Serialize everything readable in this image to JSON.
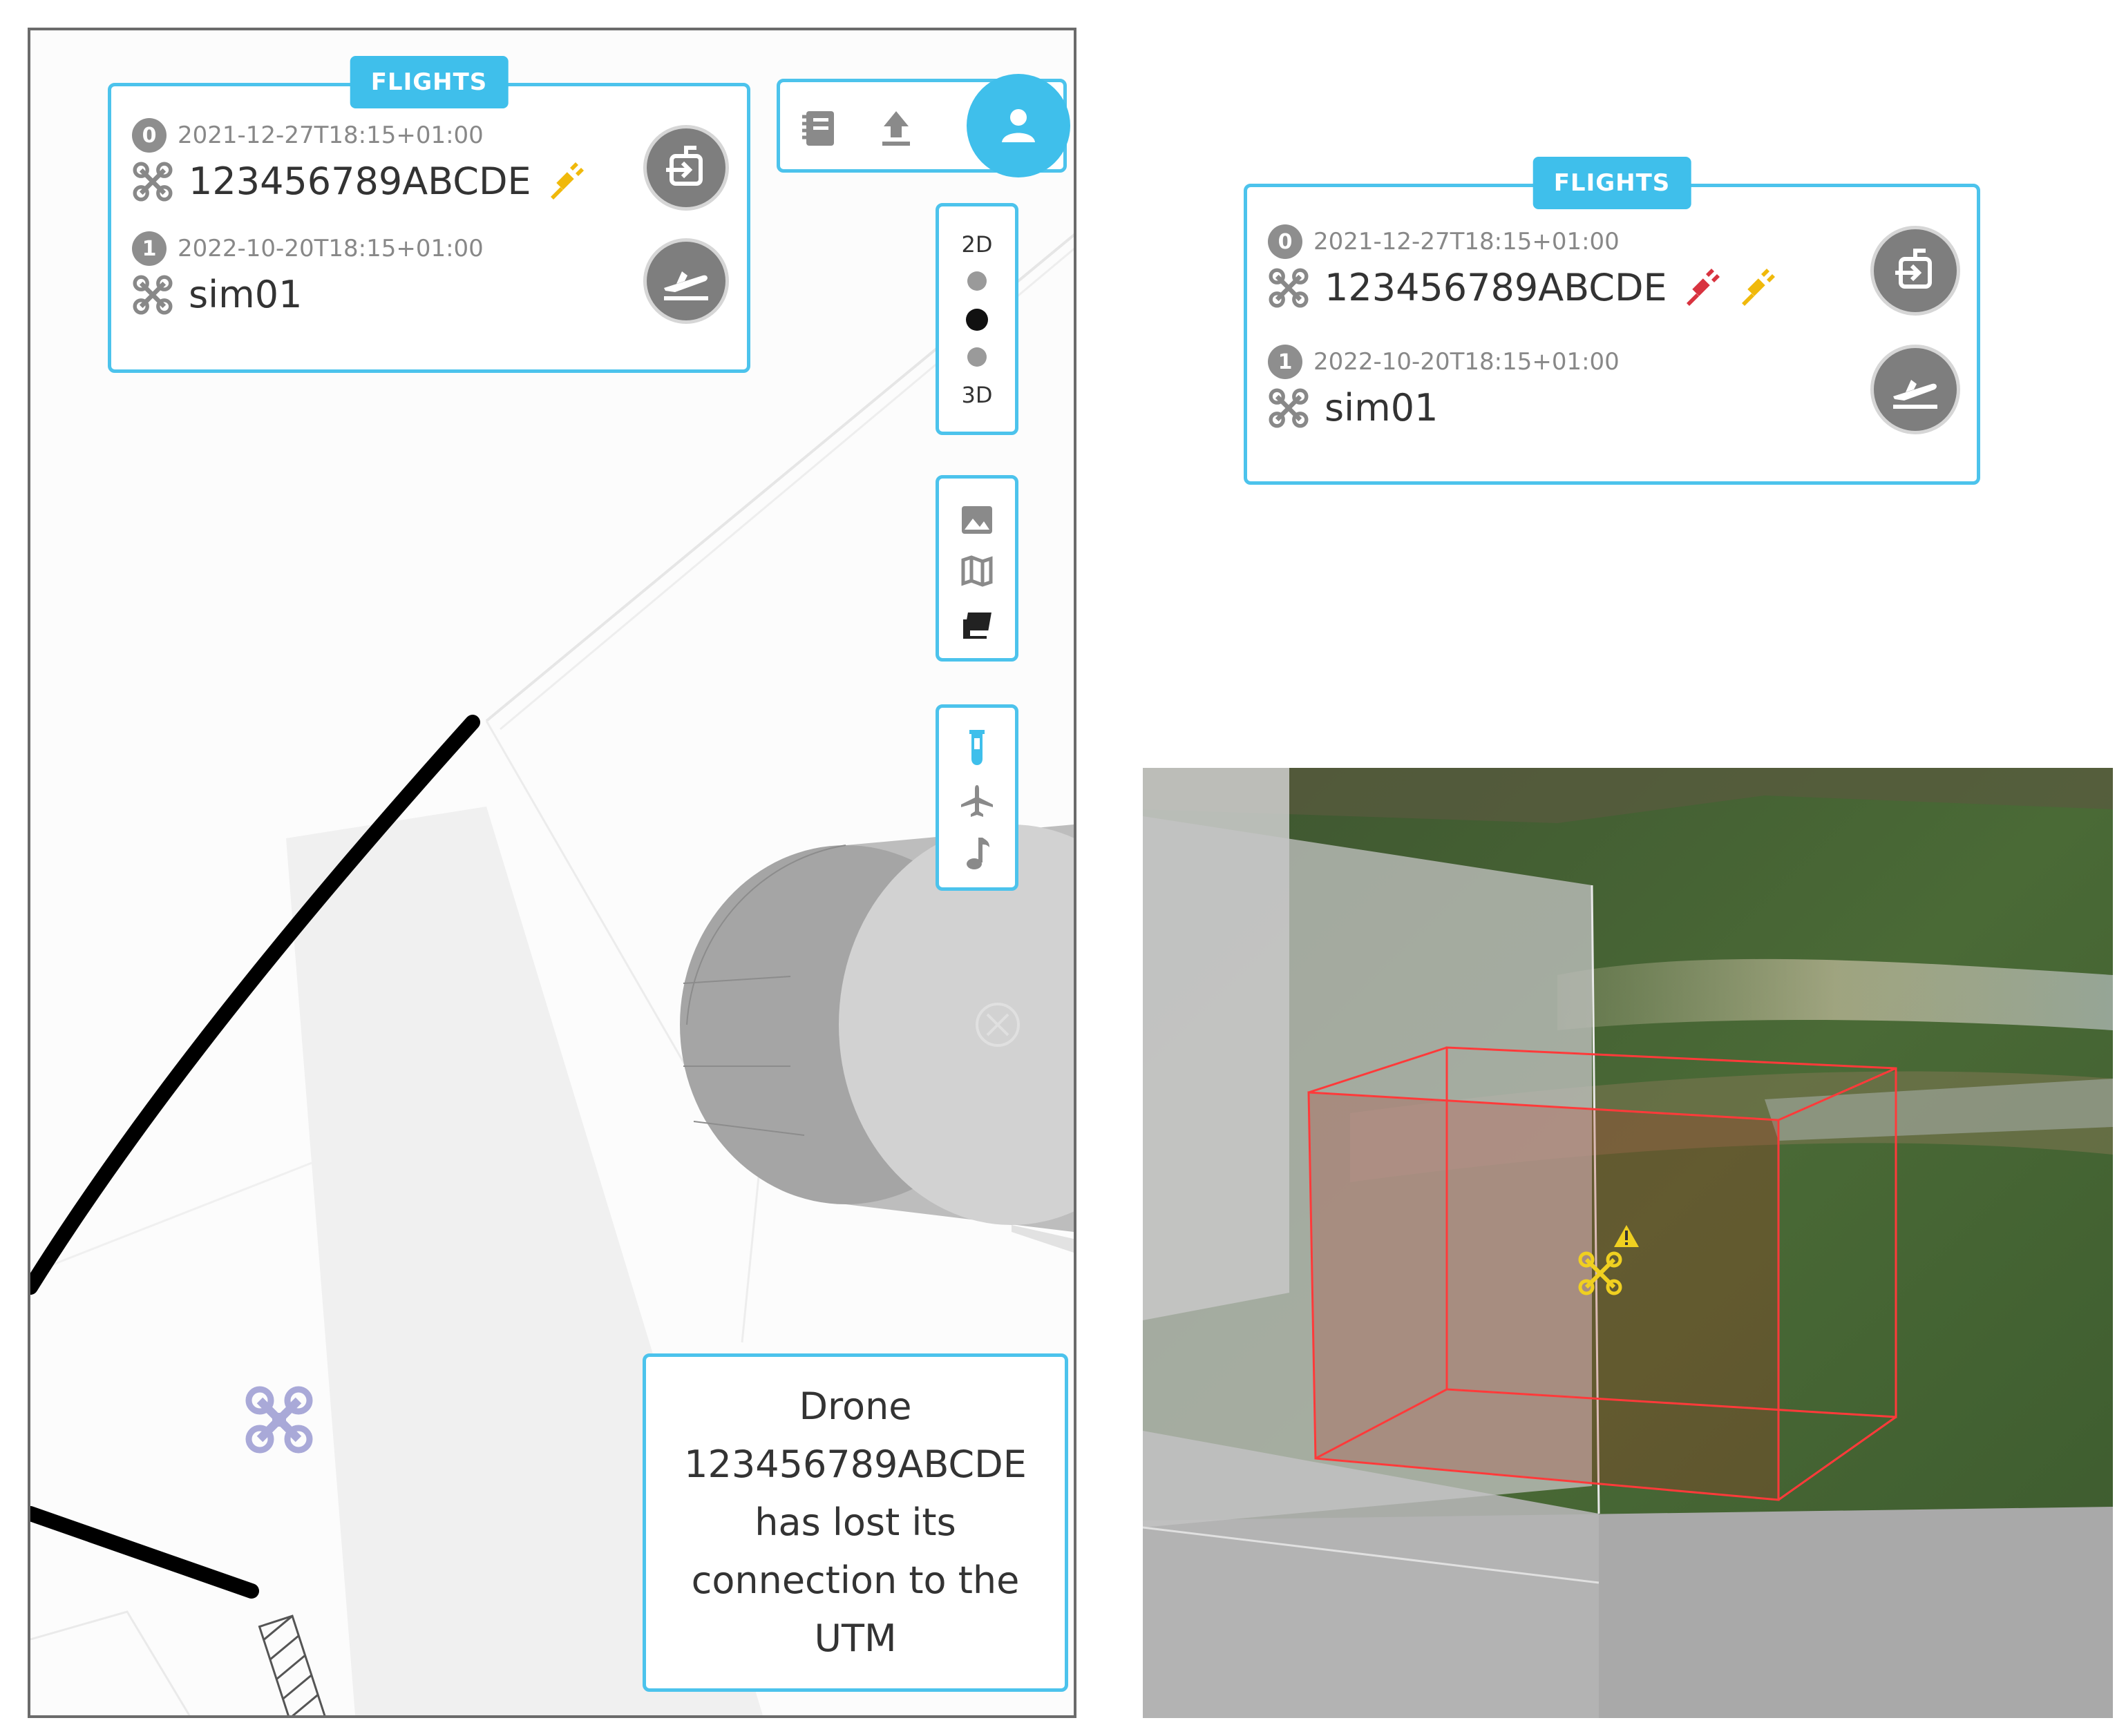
{
  "left_panel": {
    "flights_tag": "FLIGHTS",
    "flights": [
      {
        "index": "0",
        "timestamp": "2021-12-27T18:15+01:00",
        "name": "123456789ABCDE"
      },
      {
        "index": "1",
        "timestamp": "2022-10-20T18:15+01:00",
        "name": "sim01"
      }
    ],
    "view_modes": {
      "top": "2D",
      "bottom": "3D"
    },
    "alert": "Drone 123456789ABCDE has lost its connection to the UTM"
  },
  "right_panel": {
    "flights_tag": "FLIGHTS",
    "flights": [
      {
        "index": "0",
        "timestamp": "2021-12-27T18:15+01:00",
        "name": "123456789ABCDE"
      },
      {
        "index": "1",
        "timestamp": "2022-10-20T18:15+01:00",
        "name": "sim01"
      }
    ]
  },
  "colors": {
    "accent": "#3fbfeb",
    "plug_connected": "#f0b90b",
    "plug_lost": "#d8333f",
    "geofence": "#ff3a3a"
  },
  "icons": {
    "flight_item": "drone-icon",
    "connection": "plug-icon",
    "switch_flight": "switch-flight-icon",
    "takeoff": "takeoff-icon",
    "toolbar": [
      "notebook-icon",
      "upload-icon",
      "user-icon"
    ],
    "layers": [
      "image-icon",
      "map-icon",
      "layers-icon"
    ],
    "tools": [
      "test-tube-icon",
      "airplane-icon",
      "music-note-icon"
    ]
  }
}
